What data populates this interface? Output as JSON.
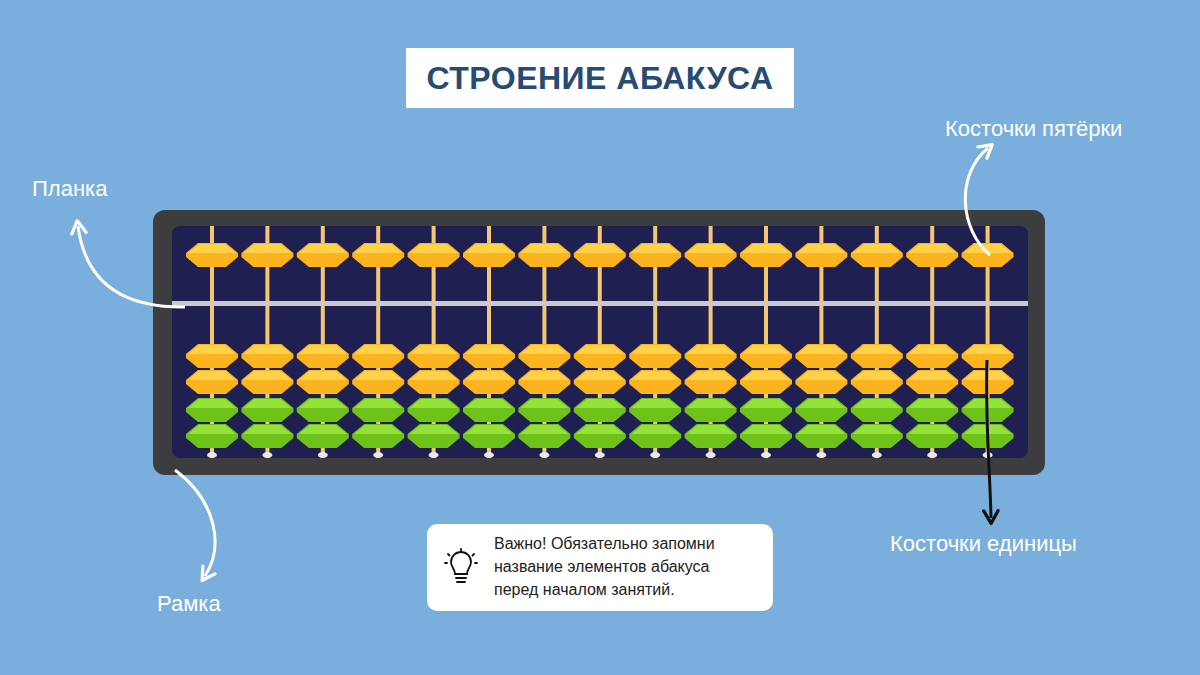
{
  "diagram": {
    "title": "СТРОЕНИЕ АБАКУСА",
    "nodes": [
      {
        "text": [
          "Важно! Обязательно запомни название элементов абакуса перед началом занятий."
        ]
      }
    ],
    "labels": [
      "Планка",
      "Косточки пятёрки",
      "Рамка",
      "Косточки единицы"
    ]
  }
}
